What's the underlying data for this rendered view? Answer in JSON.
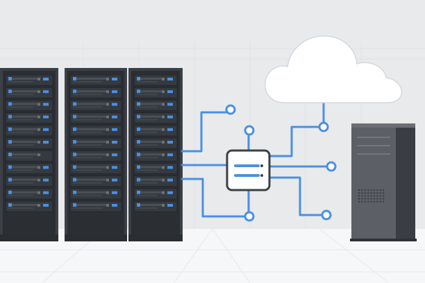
{
  "palette": {
    "wall": "#e8e9eb",
    "floor": "#f6f7f8",
    "rack_frame": "#3c4046",
    "rack_dark": "#2a2e33",
    "unit_face": "#2f3338",
    "led_blue": "#4a90e2",
    "circuit_blue": "#4a90e2",
    "cloud": "#ffffff",
    "tower": "#55595f"
  },
  "scene": {
    "server_racks": 3,
    "cloud_icon": "cloud",
    "hub_icon": "network-switch",
    "tower_icon": "server-tower"
  }
}
